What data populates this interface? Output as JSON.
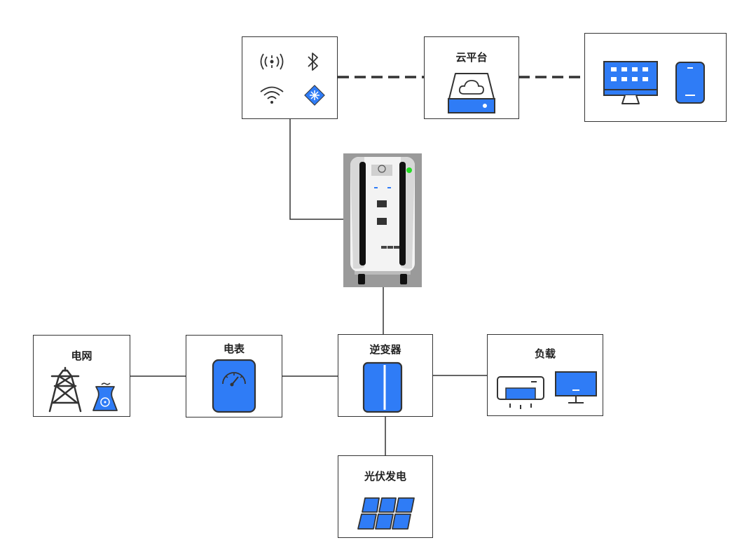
{
  "colors": {
    "accent": "#2f7cf6",
    "line": "#333333",
    "status_led": "#22dd22"
  },
  "communication": {
    "icons": [
      "signal-broadcast-icon",
      "bluetooth-icon",
      "wifi-icon",
      "zigbee-icon"
    ]
  },
  "cloud": {
    "label": "云平台",
    "icon": "cloud-server-icon"
  },
  "clients": {
    "icons": [
      "desktop-monitor-icon",
      "smartphone-icon"
    ]
  },
  "battery": {
    "icon": "battery-cabinet-icon"
  },
  "grid": {
    "label": "电网",
    "icons": [
      "power-tower-icon",
      "power-plant-icon"
    ]
  },
  "meter": {
    "label": "电表",
    "icon": "electric-meter-icon"
  },
  "inverter": {
    "label": "逆变器",
    "icon": "inverter-icon"
  },
  "load": {
    "label": "负载",
    "icons": [
      "air-conditioner-icon",
      "monitor-icon"
    ]
  },
  "pv": {
    "label": "光伏发电",
    "icon": "solar-panel-icon"
  }
}
